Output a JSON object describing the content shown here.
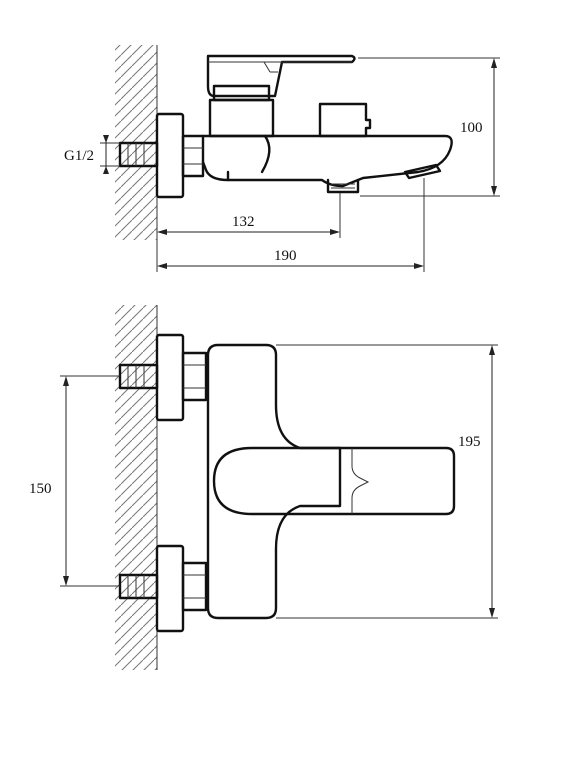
{
  "dimensions": {
    "thread": "G1/2",
    "height_top": "100",
    "spout_outlet": "132",
    "total_depth": "190",
    "inlet_spacing": "150",
    "body_height": "195"
  }
}
